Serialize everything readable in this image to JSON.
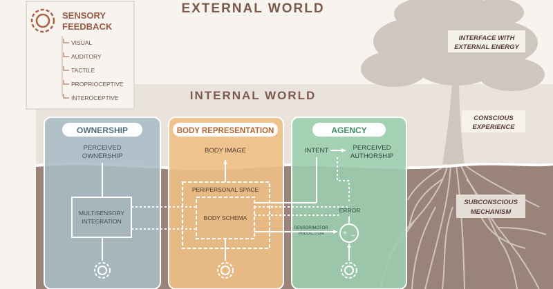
{
  "external_title": "EXTERNAL WORLD",
  "internal_title": "INTERNAL WORLD",
  "sensory": {
    "title_line1": "SENSORY",
    "title_line2": "FEEDBACK",
    "items": [
      "VISUAL",
      "AUDITORY",
      "TACTILE",
      "PROPRIOCEPTIVE",
      "INTEROCEPTIVE"
    ]
  },
  "panels": {
    "ownership": {
      "title": "OWNERSHIP",
      "top_line1": "PERCEIVED",
      "top_line2": "OWNERSHIP",
      "box_line1": "MULTISENSORY",
      "box_line2": "INTEGRATION"
    },
    "body": {
      "title": "BODY REPRESENTATION",
      "top": "BODY IMAGE",
      "peripersonal": "PERIPERSONAL SPACE",
      "schema": "BODY SCHEMA"
    },
    "agency": {
      "title": "AGENCY",
      "intent": "INTENT",
      "perceived_line1": "PERCEIVED",
      "perceived_line2": "AUTHORSHIP",
      "error": "ERROR",
      "prediction_line1": "SENSORIMOTOR",
      "prediction_line2": "PREDICTION",
      "comparator_plus": "+",
      "comparator_minus": "−"
    }
  },
  "side_labels": {
    "interface_line1": "INTERFACE WITH",
    "interface_line2": "EXTERNAL ENERGY",
    "conscious_line1": "CONSCIOUS",
    "conscious_line2": "EXPERIENCE",
    "subconscious_line1": "SUBCONSCIOUS",
    "subconscious_line2": "MECHANISM"
  },
  "colors": {
    "sky": "#f7f3ee",
    "internal_band": "#e9e3db",
    "ground": "#9a847a",
    "brown_text": "#7b5a4d",
    "ownership_panel": "#a9bcc6",
    "ownership_title": "#4f6f7e",
    "body_panel": "#efbf85",
    "body_title": "#b5652f",
    "agency_panel": "#9ccdaf",
    "agency_title": "#3e8c63",
    "tree": "#cfc6bd",
    "line": "#ffffff"
  }
}
